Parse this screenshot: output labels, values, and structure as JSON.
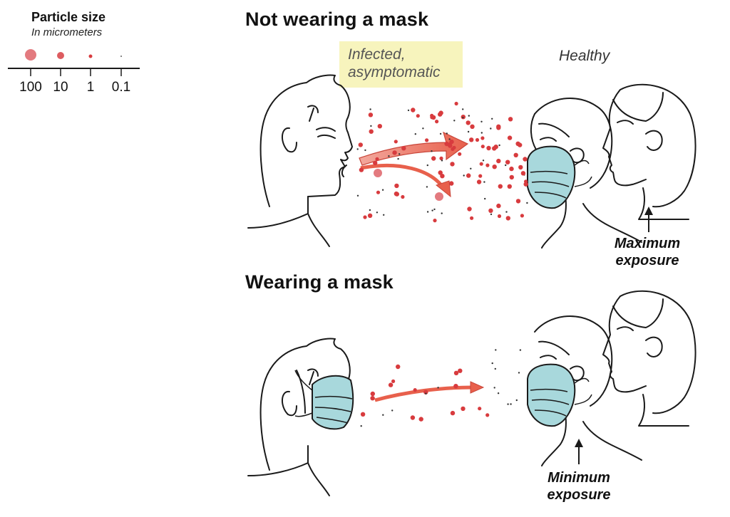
{
  "legend": {
    "title": "Particle size",
    "subtitle": "In micrometers",
    "ticks": [
      "100",
      "10",
      "1",
      "0.1"
    ]
  },
  "top_section": {
    "title": "Not wearing a mask",
    "infected_label_line1": "Infected,",
    "infected_label_line2": "asymptomatic",
    "healthy_label": "Healthy",
    "exposure_line1": "Maximum",
    "exposure_line2": "exposure"
  },
  "bottom_section": {
    "title": "Wearing a mask",
    "exposure_line1": "Minimum",
    "exposure_line2": "exposure"
  },
  "colors": {
    "particle": "#d83b3e",
    "arrow": "#e8604c",
    "mask": "#a8d8dc",
    "highlight": "#f7f4bd",
    "line": "#1a1a1a"
  }
}
